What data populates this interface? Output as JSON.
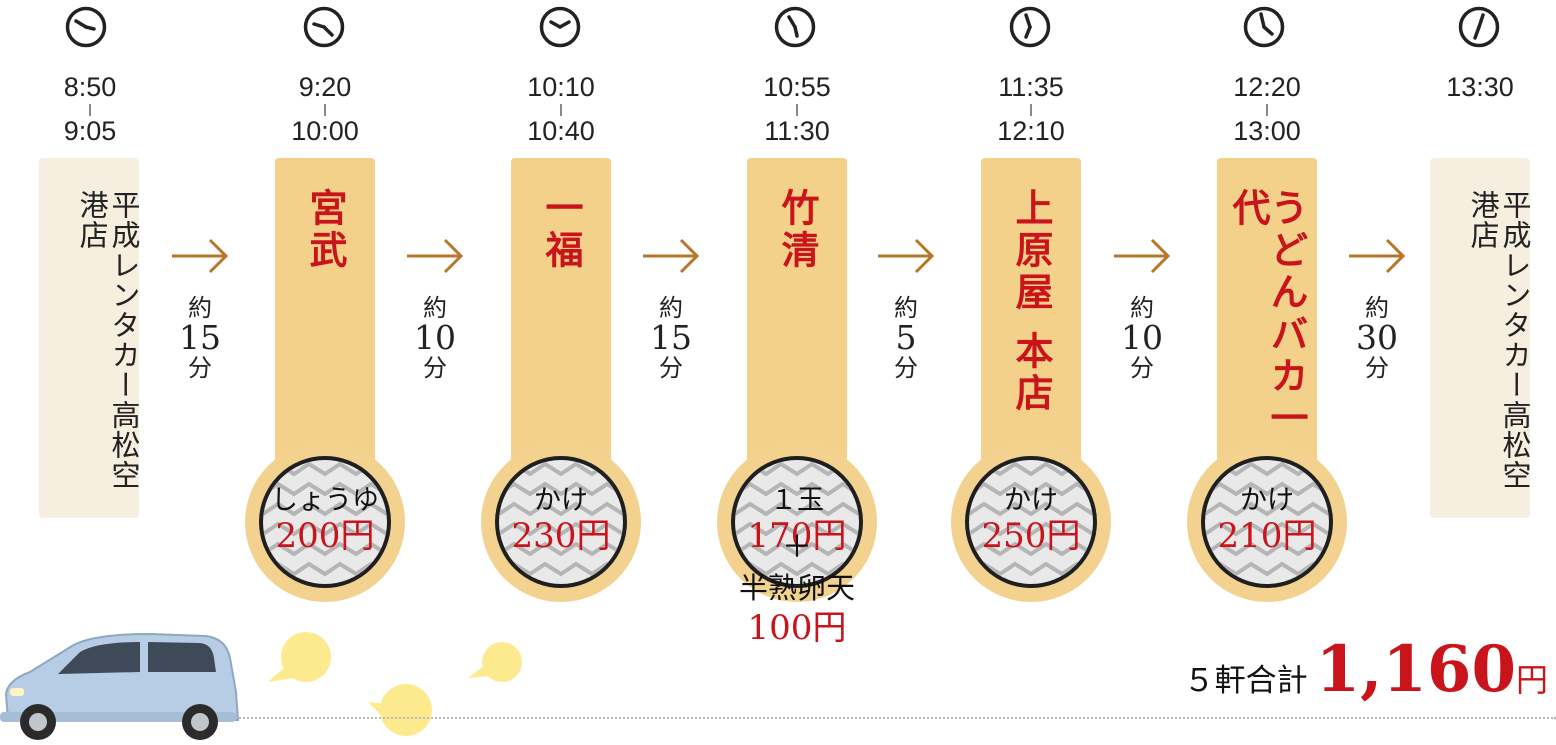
{
  "start": {
    "name": "平成レンタカー高松空港店",
    "arrive": "8:50",
    "depart": "9:05"
  },
  "shops": [
    {
      "name": "宮武",
      "arrive": "9:20",
      "depart": "10:00",
      "dish": "しょうゆ",
      "price": "200円"
    },
    {
      "name": "一福",
      "arrive": "10:10",
      "depart": "10:40",
      "dish": "かけ",
      "price": "230円"
    },
    {
      "name": "竹清",
      "arrive": "10:55",
      "depart": "11:30",
      "dish": "１玉",
      "price": "170円",
      "plus": "＋",
      "extra_dish": "半熟卵天",
      "extra_price": "100円"
    },
    {
      "name": "上原屋 本店",
      "arrive": "11:35",
      "depart": "12:10",
      "dish": "かけ",
      "price": "250円"
    },
    {
      "name": "うどんバカ一代",
      "arrive": "12:20",
      "depart": "13:00",
      "dish": "かけ",
      "price": "210円"
    }
  ],
  "end": {
    "name": "平成レンタカー高松空港店",
    "arrive": "13:30"
  },
  "travel": [
    {
      "about": "約",
      "num": "15",
      "unit": "分"
    },
    {
      "about": "約",
      "num": "10",
      "unit": "分"
    },
    {
      "about": "約",
      "num": "15",
      "unit": "分"
    },
    {
      "about": "約",
      "num": "5",
      "unit": "分"
    },
    {
      "about": "約",
      "num": "10",
      "unit": "分"
    },
    {
      "about": "約",
      "num": "30",
      "unit": "分"
    }
  ],
  "total": {
    "label": "５軒合計",
    "value": "1,160",
    "unit": "円"
  },
  "colors": {
    "accent_red": "#c8141a",
    "bar_gold": "#f4d18b",
    "end_box": "#f6efe0",
    "arrow_brown": "#b8762a",
    "bubble_yellow": "#fde98e",
    "car_blue": "#b7cde6"
  }
}
